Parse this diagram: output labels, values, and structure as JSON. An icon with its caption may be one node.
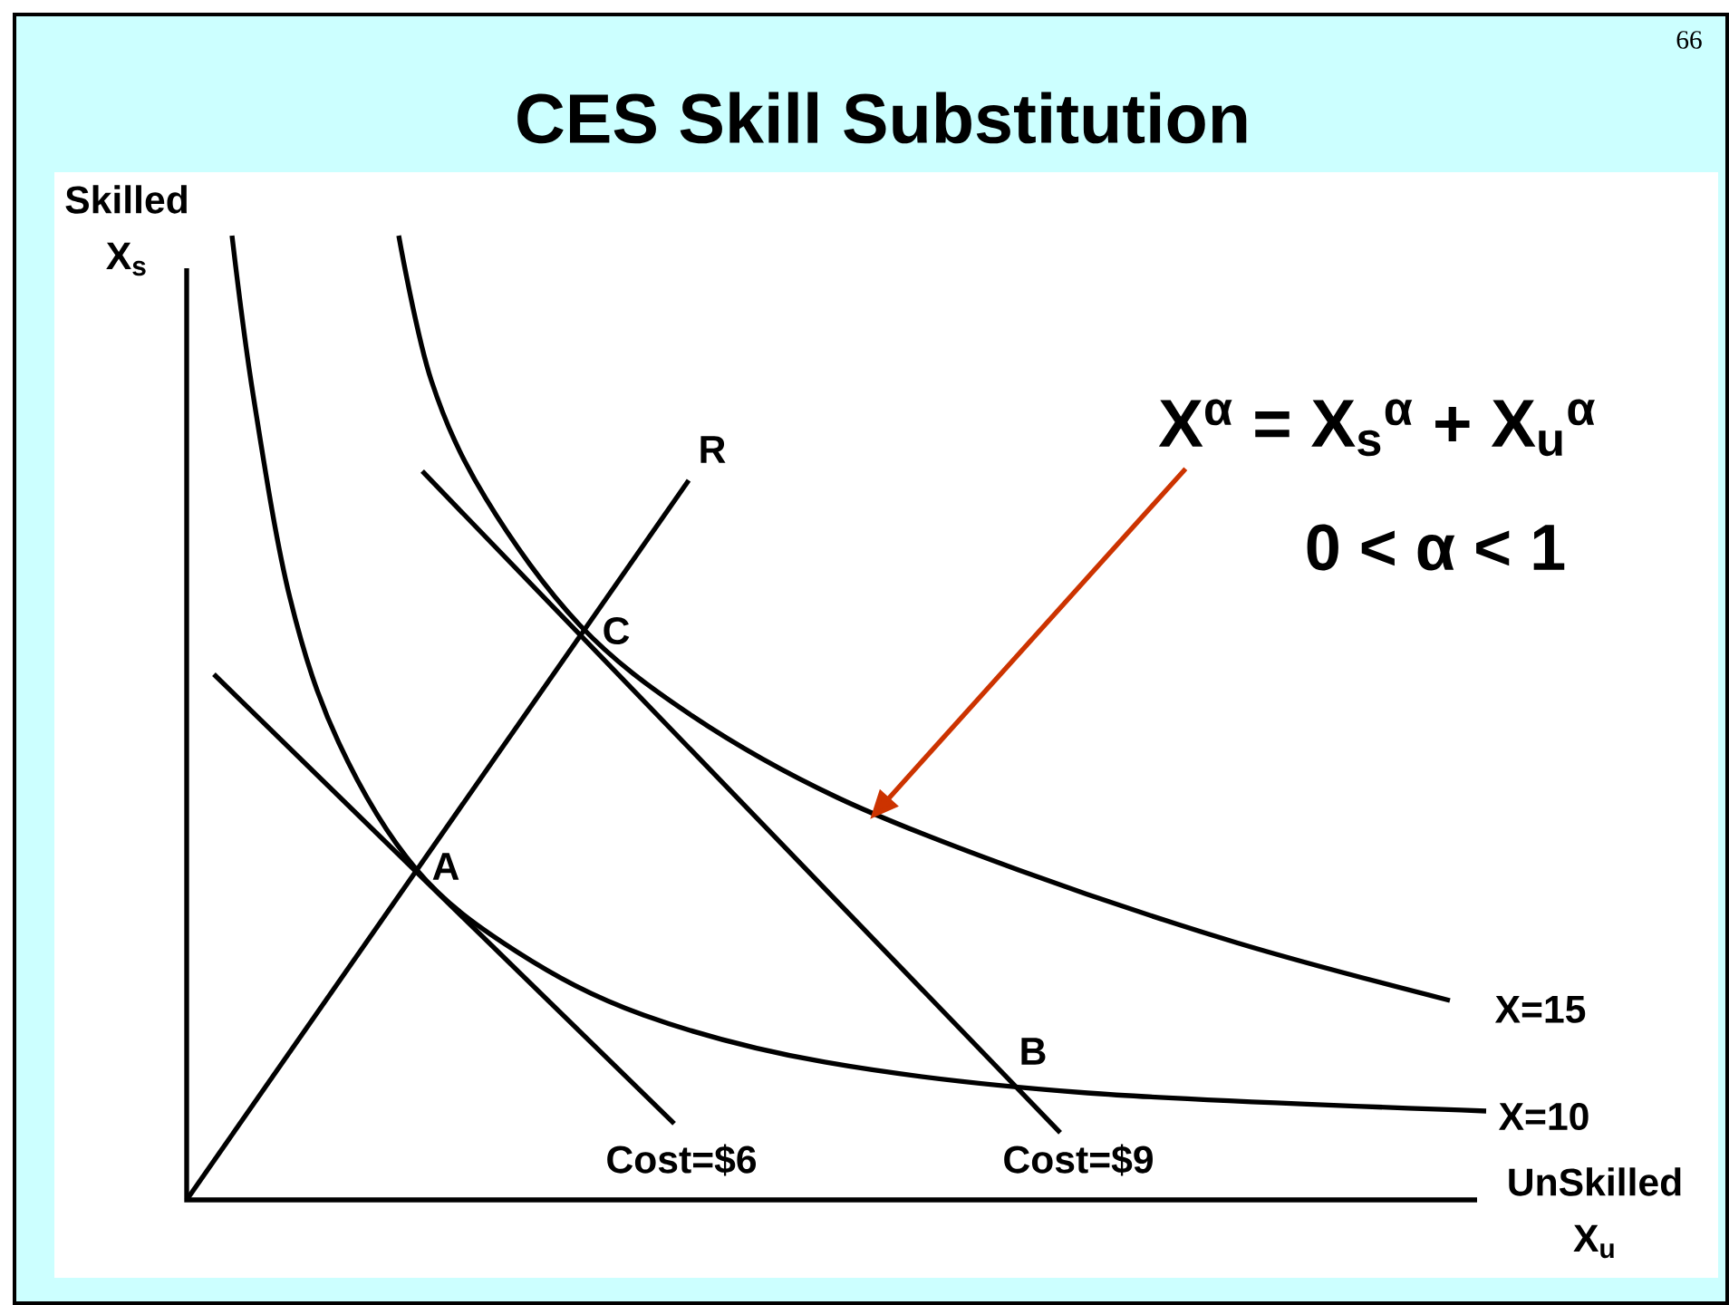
{
  "diagram": {
    "title": "CES Skill Substitution",
    "nodes": [
      {
        "text": [
          "X$^{α}$ = X$_{s}$$^{α}$ + X$_{u}$$^{α}$"
        ]
      },
      {
        "text": [],
        "shape": "curve"
      }
    ],
    "edges": [
      {
        "from": 0,
        "to": 1,
        "arrow": "to",
        "color": "#cc3300"
      }
    ],
    "labels": [
      "66",
      "Skilled",
      "X$_{s}$",
      "R",
      "0 < α < 1",
      "C",
      "A",
      "X=15",
      "B",
      "X=10",
      "Cost=$6",
      "Cost=$9",
      "UnSkilled",
      "X$_{u}$"
    ]
  }
}
